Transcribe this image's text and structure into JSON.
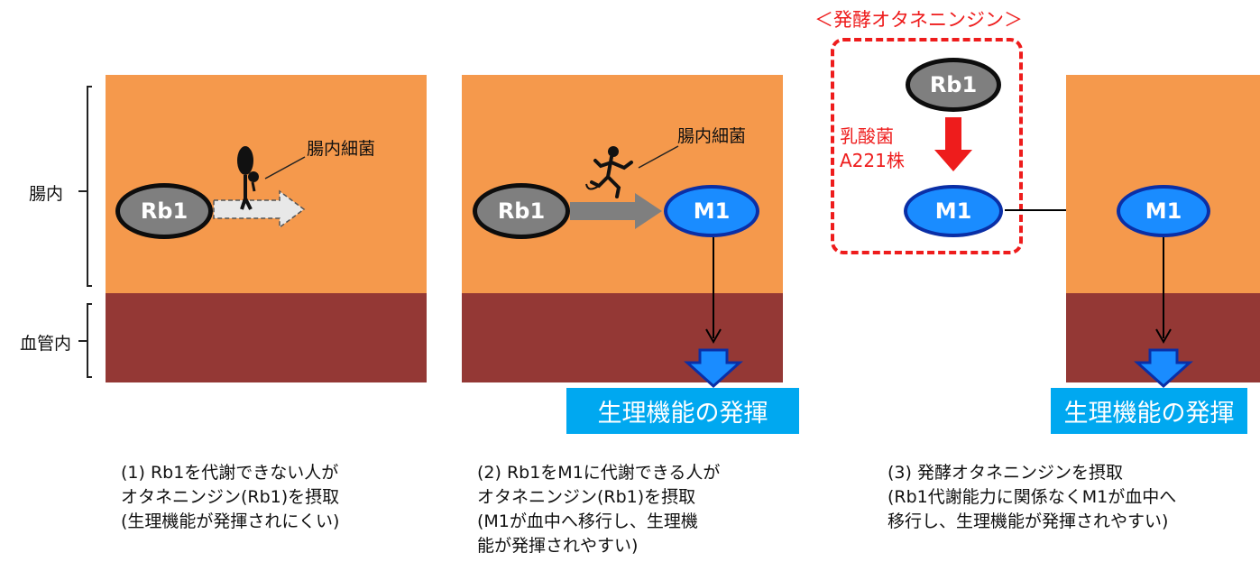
{
  "side_labels": {
    "intestine": "腸内",
    "blood": "血管内"
  },
  "molecules": {
    "rb1": "Rb1",
    "m1": "M1"
  },
  "bacteria_label": "腸内細菌",
  "fermented": {
    "title": "＜発酵オタネニンジン＞",
    "strain_line1": "乳酸菌",
    "strain_line2": "A221株"
  },
  "function_label": "生理機能の発揮",
  "captions": {
    "case1": "(1) Rb1を代謝できない人が\nオタネニンジン(Rb1)を摂取\n(生理機能が発揮されにくい)",
    "case2": "(2) Rb1をM1に代謝できる人が\nオタネニンジン(Rb1)を摂取\n(M1が血中へ移行し、生理機\n能が発揮されやすい)",
    "case3": "(3) 発酵オタネニンジンを摂取\n(Rb1代謝能力に関係なくM1が血中へ\n移行し、生理機能が発揮されやすい)"
  },
  "colors": {
    "intestine": "#f5994c",
    "blood_vessel": "#943835",
    "m1_fill": "#1a8cff",
    "rb1_fill": "#7f7f7f",
    "function_box": "#00a8f0",
    "fermented_accent": "#ee1c1c"
  }
}
